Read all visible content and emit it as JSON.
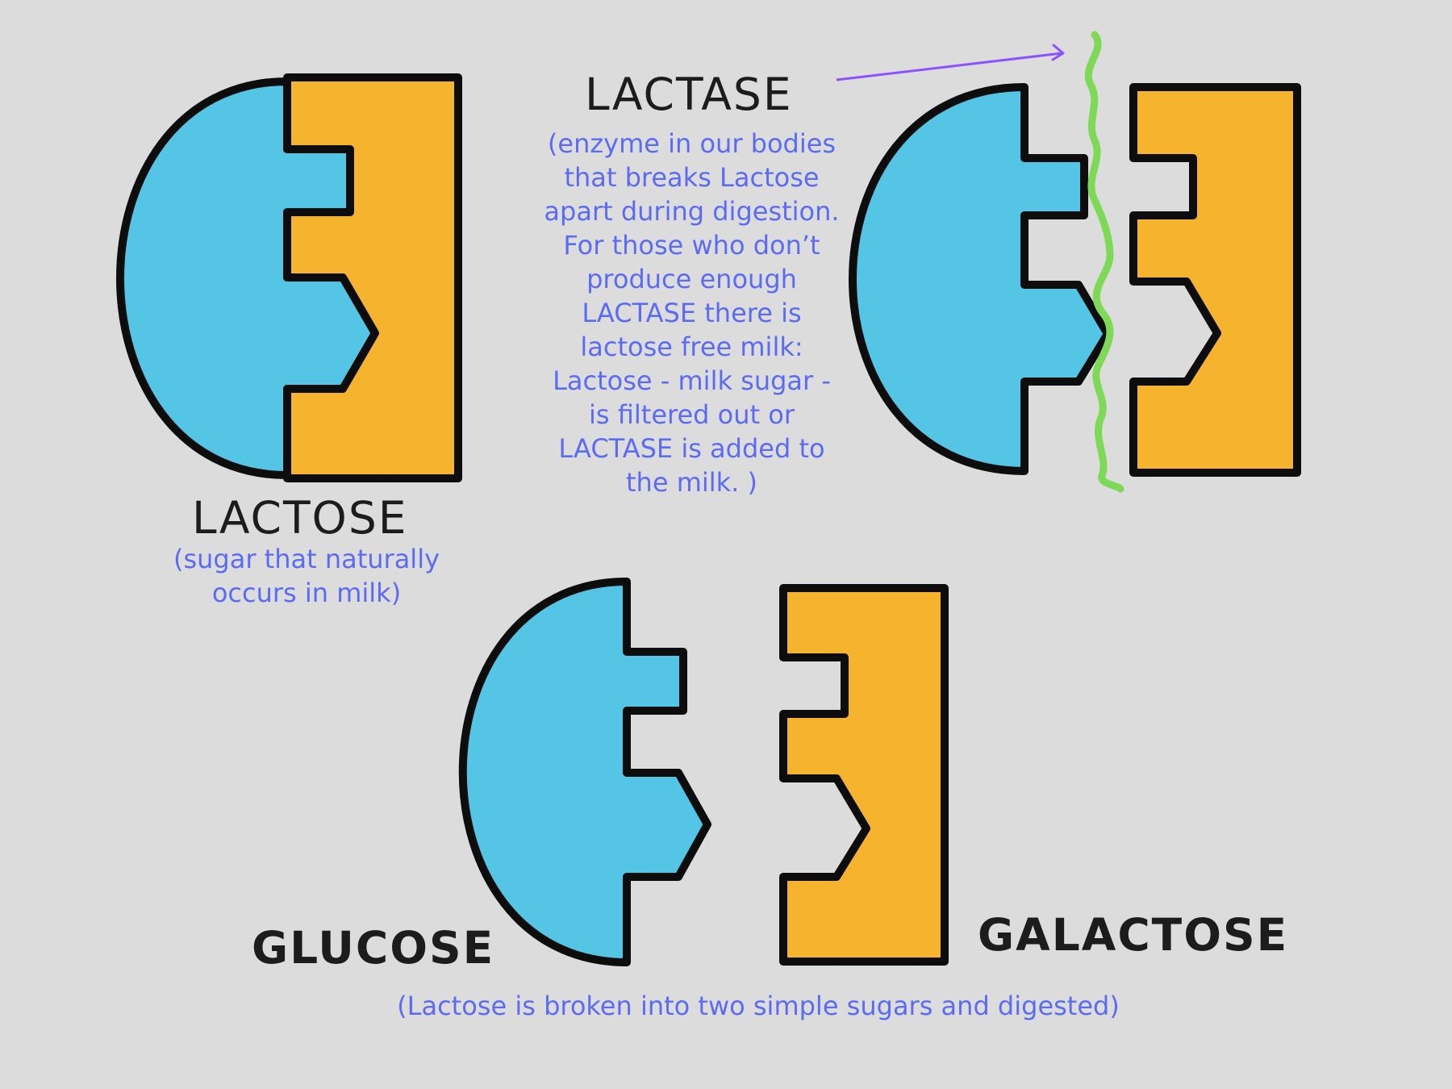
{
  "colors": {
    "background": "#dcdcdc",
    "glucose_fill": "#55c5e5",
    "galactose_fill": "#f6b32e",
    "outline": "#0d0d0d",
    "enzyme_line": "#7ed957",
    "arrow": "#8c52ff",
    "note_text": "#5b6cf2",
    "label_text": "#1c1c1c"
  },
  "labels": {
    "lactose": "LACTOSE",
    "lactase": "LACTASE",
    "glucose": "GLUCOSE",
    "galactose": "GALACTOSE"
  },
  "notes": {
    "lactose": "(sugar that naturally\noccurs in milk)",
    "lactase": "(enzyme in our bodies\nthat breaks Lactose\napart during digestion.\nFor those who don’t\nproduce enough\nLACTASE there is\nlactose free milk:\nLactose - milk sugar -\nis filtered out or\nLACTASE is added to\nthe milk. )",
    "result": "(Lactose is broken into two simple sugars and digested)"
  },
  "icons": {
    "glucose_shape": "half-rounded-puzzle-piece",
    "galactose_shape": "notched-rectangle-puzzle-piece",
    "enzyme": "wavy-line",
    "pointer": "arrow"
  }
}
